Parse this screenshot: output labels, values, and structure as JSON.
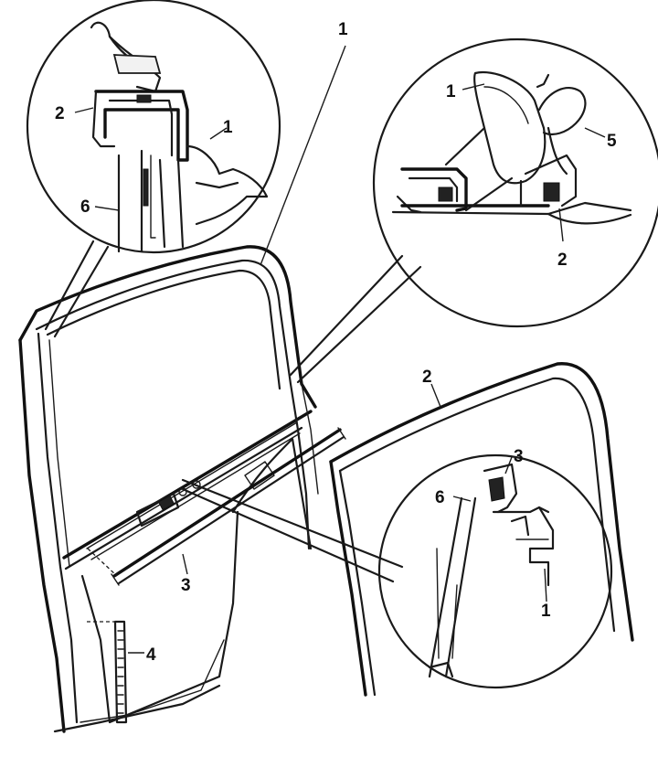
{
  "callouts": {
    "top_left_2": "2",
    "top_left_1": "1",
    "top_left_6": "6",
    "top_center_1": "1",
    "top_right_1": "1",
    "top_right_5": "5",
    "top_right_2": "2",
    "right_panel_2": "2",
    "bottom_right_3": "3",
    "bottom_right_6": "6",
    "bottom_right_1": "1",
    "rail_3": "3",
    "post_4": "4"
  },
  "colors": {
    "ink": "#1a1a1a",
    "paper": "#ffffff"
  },
  "icons": [
    "magnifier-circle-top-left",
    "magnifier-circle-top-right",
    "magnifier-circle-bottom-right"
  ]
}
